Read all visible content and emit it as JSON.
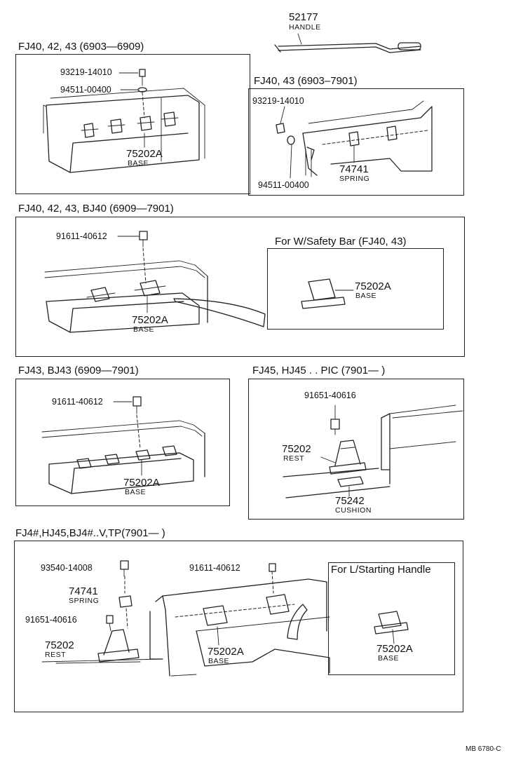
{
  "handle": {
    "part": "52177",
    "name": "HANDLE"
  },
  "sections": {
    "s1": {
      "title": "FJ40, 42, 43  (6903—6909)",
      "bolt": "93219-14010",
      "washer": "94511-00400",
      "base_part": "75202A",
      "base_name": "BASE"
    },
    "s2": {
      "title": "FJ40, 43  (6903–7901)",
      "bolt": "93219-14010",
      "washer": "94511-00400",
      "spring_part": "74741",
      "spring_name": "SPRING"
    },
    "s3": {
      "title": "FJ40, 42, 43, BJ40  (6909—7901)",
      "bolt": "91611-40612",
      "base_part": "75202A",
      "base_name": "BASE",
      "inset_title": "For  W/Safety Bar  (FJ40, 43)",
      "inset_part": "75202A",
      "inset_name": "BASE"
    },
    "s4": {
      "title": "FJ43, BJ43  (6909—7901)",
      "bolt": "91611-40612",
      "base_part": "75202A",
      "base_name": "BASE"
    },
    "s5": {
      "title": "FJ45, HJ45 . . PIC  (7901—          )",
      "bolt": "91651-40616",
      "rest_part": "75202",
      "rest_name": "REST",
      "cushion_part": "75242",
      "cushion_name": "CUSHION"
    },
    "s6": {
      "title": "FJ4#,HJ45,BJ4#..V,TP(7901—        )",
      "bolt1": "93540-14008",
      "spring_part": "74741",
      "spring_name": "SPRING",
      "bolt2": "91651-40616",
      "rest_part": "75202",
      "rest_name": "REST",
      "bolt3": "91611-40612",
      "base_part": "75202A",
      "base_name": "BASE",
      "inset_title": "For  L/Starting  Handle",
      "inset_part": "75202A",
      "inset_name": "BASE"
    }
  },
  "footer": "MB 6780-C"
}
